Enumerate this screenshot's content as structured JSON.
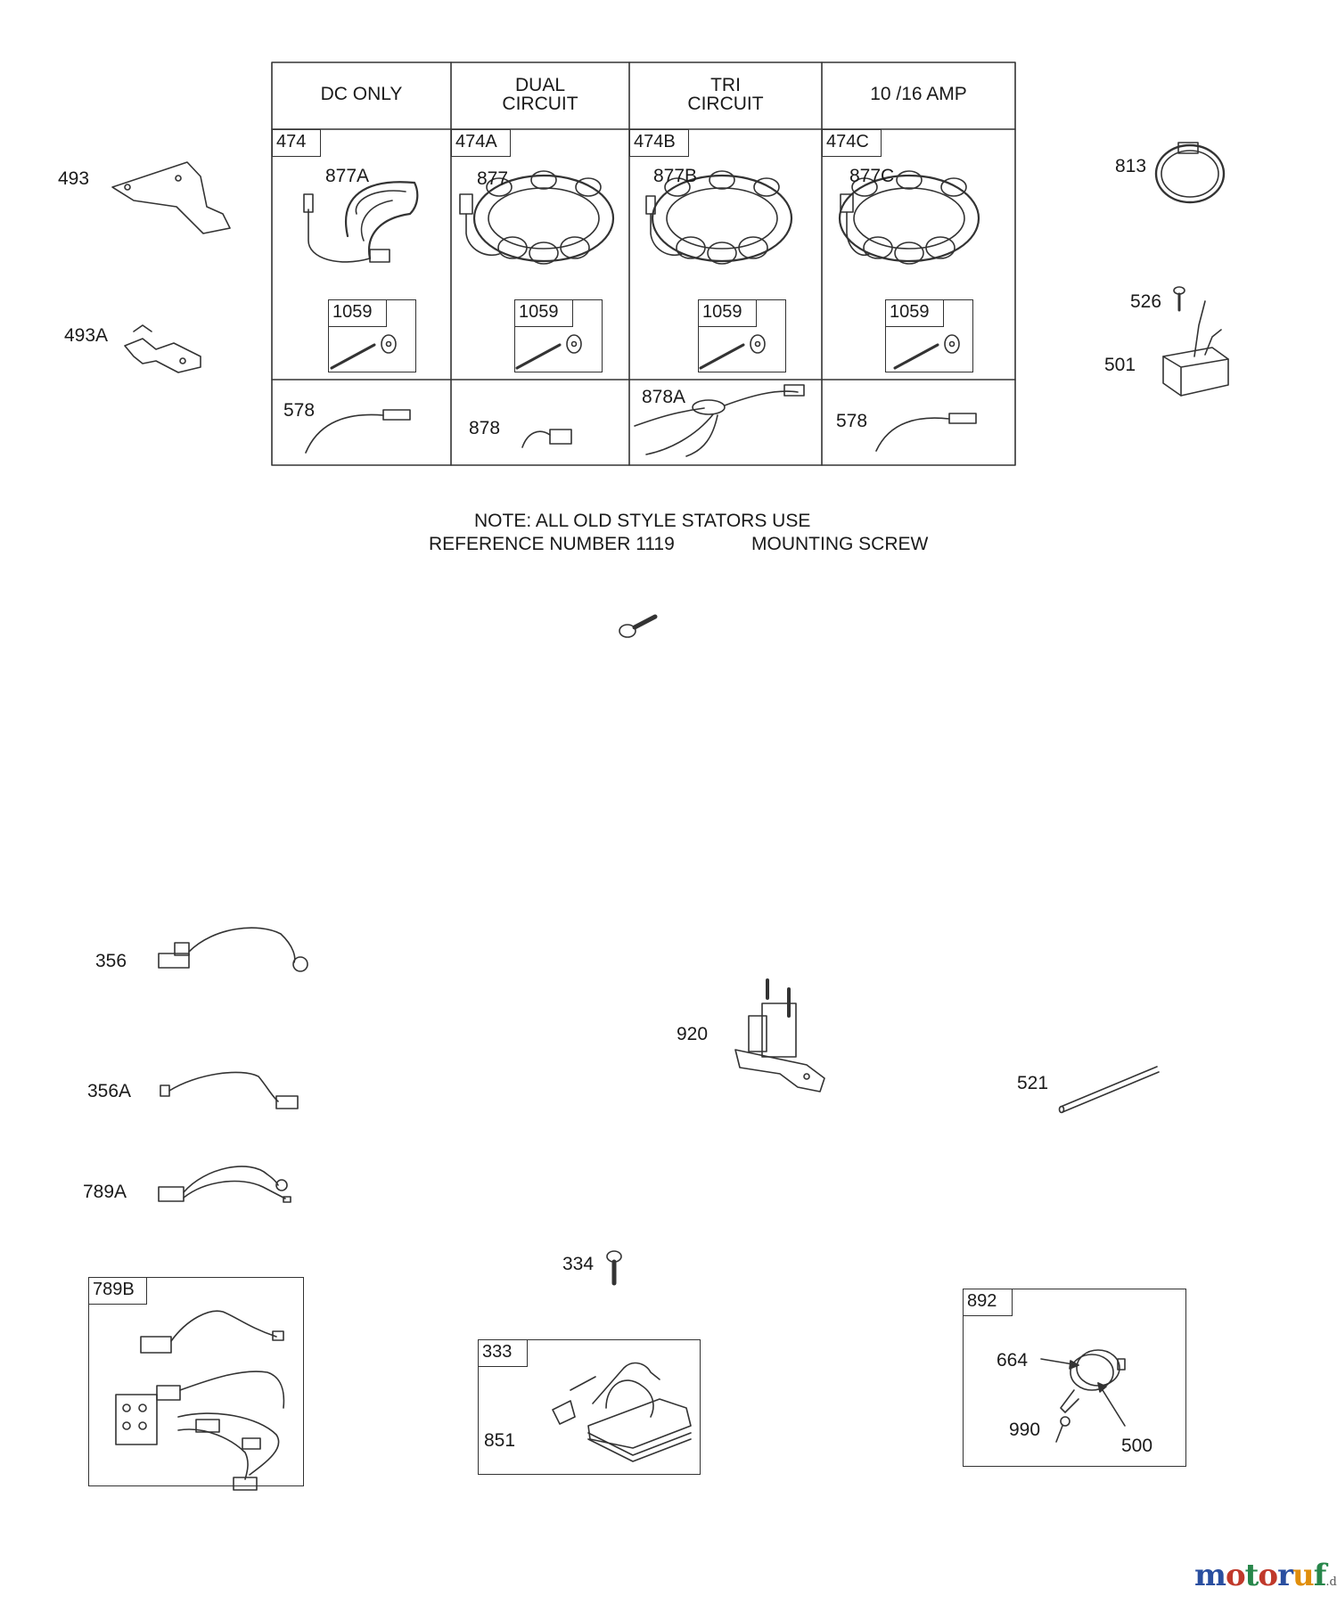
{
  "stator_table": {
    "columns": [
      {
        "header": "DC ONLY",
        "group_ref": "474",
        "part_ref": "877A",
        "screw_ref": "1059",
        "lead_ref": "578"
      },
      {
        "header": "DUAL\nCIRCUIT",
        "group_ref": "474A",
        "part_ref": "877",
        "screw_ref": "1059",
        "lead_ref": "878"
      },
      {
        "header": "TRI\nCIRCUIT",
        "group_ref": "474B",
        "part_ref": "877B",
        "screw_ref": "1059",
        "lead_ref": "878A"
      },
      {
        "header": "10 /16 AMP",
        "group_ref": "474C",
        "part_ref": "877C",
        "screw_ref": "1059",
        "lead_ref": "578"
      }
    ]
  },
  "note": {
    "line1": "NOTE: ALL OLD STYLE STATORS USE",
    "line2_left": "REFERENCE NUMBER 1119",
    "line2_right": "MOUNTING SCREW"
  },
  "parts": {
    "p493": "493",
    "p493a": "493A",
    "p813": "813",
    "p526": "526",
    "p501": "501",
    "p356": "356",
    "p356a": "356A",
    "p789a": "789A",
    "p920": "920",
    "p521": "521",
    "p334": "334"
  },
  "groups": {
    "harness": {
      "ref": "789B"
    },
    "ignition_coil": {
      "ref": "333",
      "sub_ref": "851"
    },
    "key_switch": {
      "ref": "892",
      "refs": [
        "664",
        "990",
        "500"
      ]
    }
  },
  "watermark": {
    "text": "motoruf",
    "suffix": ".de"
  },
  "colors": {
    "line": "#333333",
    "wm_m": "#2a4fa0",
    "wm_o": "#c0392b",
    "wm_t": "#27864a",
    "wm_u": "#e08e0b"
  }
}
